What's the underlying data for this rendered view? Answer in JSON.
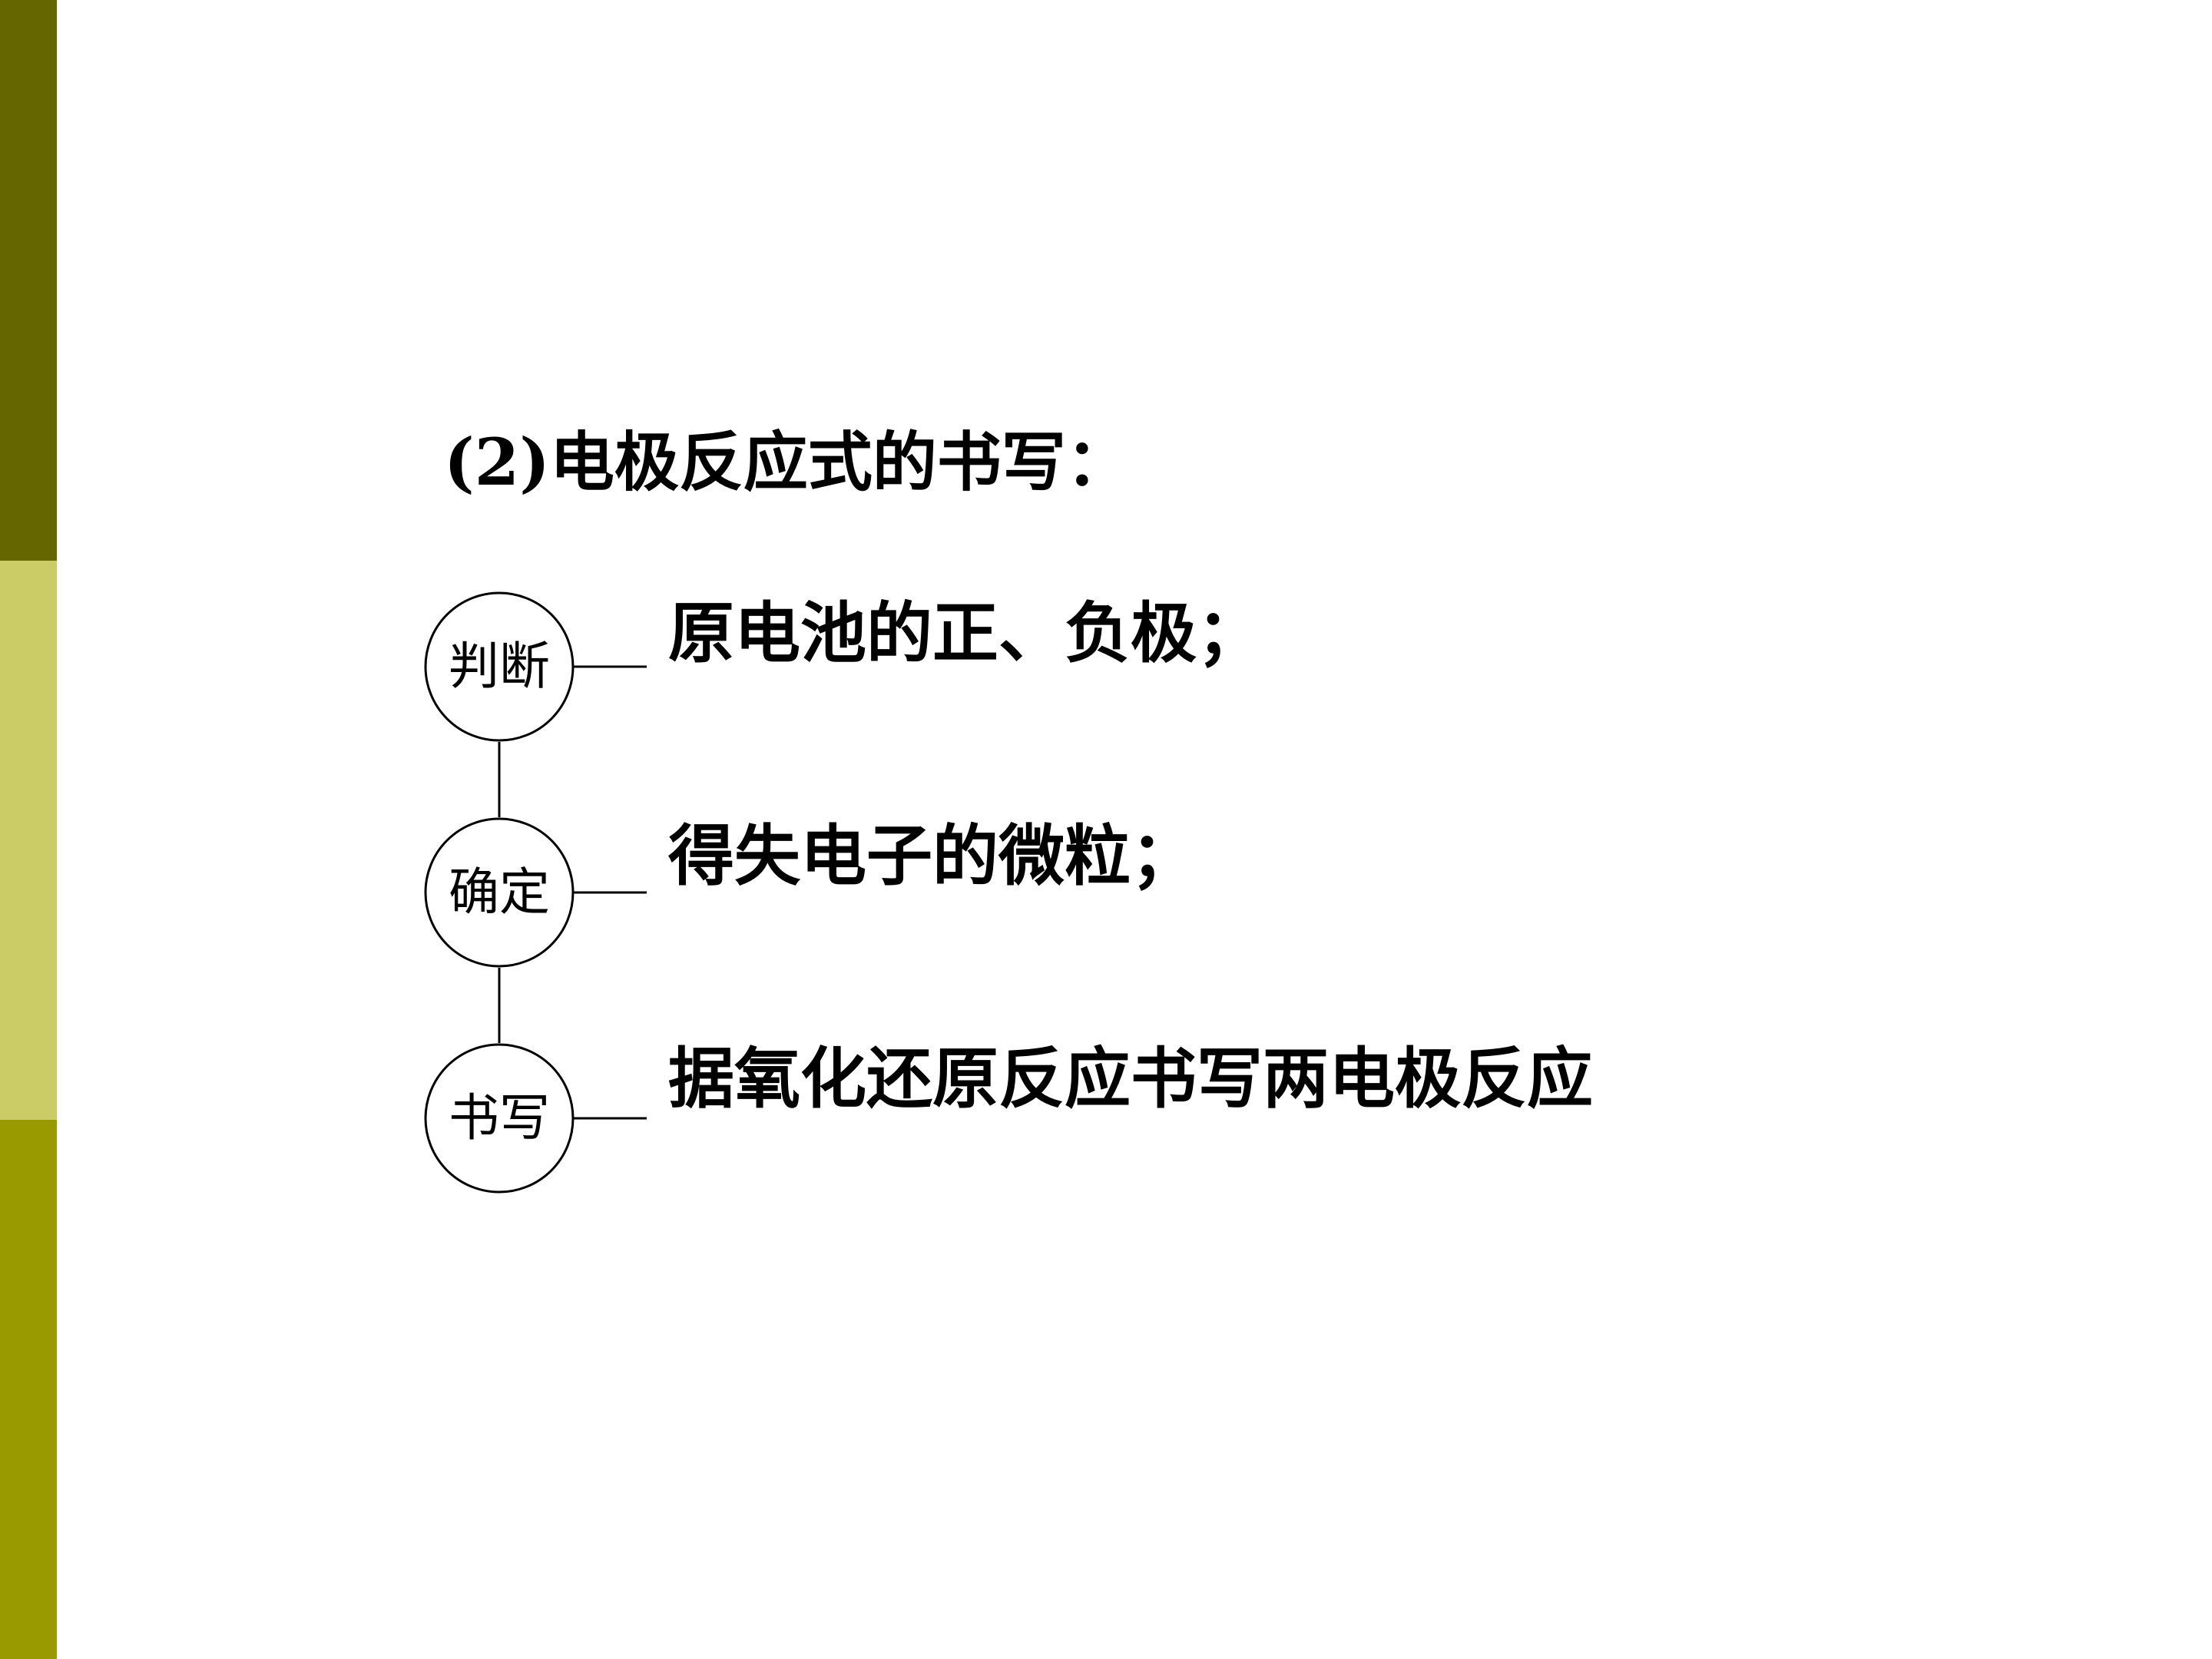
{
  "colors": {
    "bar_top": "#666600",
    "bar_middle": "#CCCC66",
    "bar_bottom": "#999900"
  },
  "heading": "(2)电极反应式的书写：",
  "steps": [
    {
      "circle_label": "判断",
      "text": "原电池的正、负极；"
    },
    {
      "circle_label": "确定",
      "text": "得失电子的微粒；"
    },
    {
      "circle_label": "书写",
      "text": "据氧化还原反应书写两电极反应"
    }
  ]
}
